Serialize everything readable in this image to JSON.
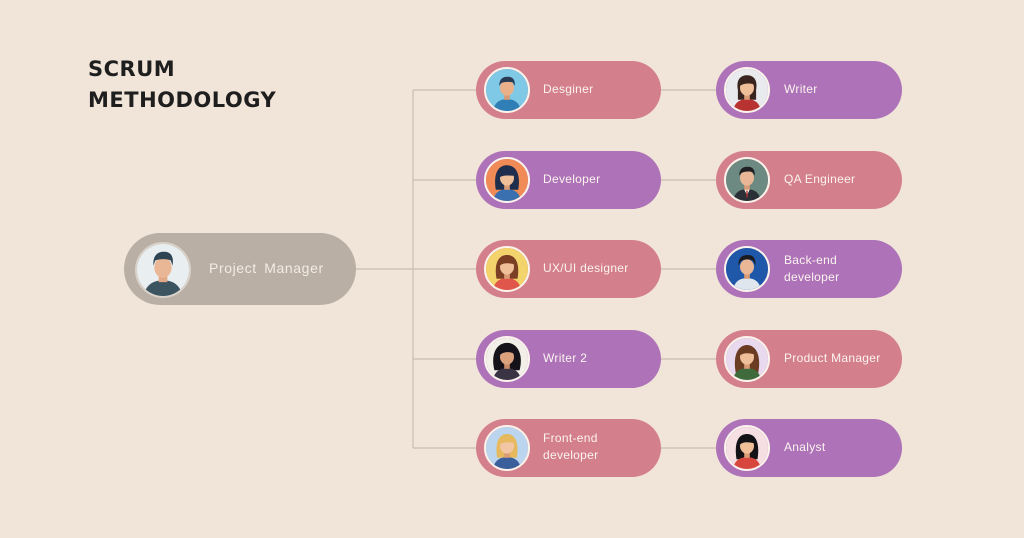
{
  "title": {
    "line1": "SCRUM",
    "line2": "METHODOLOGY"
  },
  "colors": {
    "background": "#f1e5d9",
    "pink": "#d47f8c",
    "purple": "#ae72b8",
    "gray": "#b9afa4",
    "line": "#c9bdb1"
  },
  "root": {
    "label": "Project  Manager",
    "avatar": "man-avatar-icon"
  },
  "rows": [
    {
      "left": {
        "label": "Desginer",
        "color": "pink"
      },
      "right": {
        "label": "Writer",
        "color": "purple"
      }
    },
    {
      "left": {
        "label": "Developer",
        "color": "purple"
      },
      "right": {
        "label": "QA Engineer",
        "color": "pink"
      }
    },
    {
      "left": {
        "label": "UX/UI designer",
        "color": "pink"
      },
      "right": {
        "label_line1": "Back-end",
        "label_line2": "developer",
        "color": "purple"
      }
    },
    {
      "left": {
        "label": "Writer 2",
        "color": "purple"
      },
      "right": {
        "label": "Product Manager",
        "color": "pink"
      }
    },
    {
      "left": {
        "label_line1": "Front-end",
        "label_line2": "developer",
        "color": "pink"
      },
      "right": {
        "label": "Analyst",
        "color": "purple"
      }
    }
  ]
}
